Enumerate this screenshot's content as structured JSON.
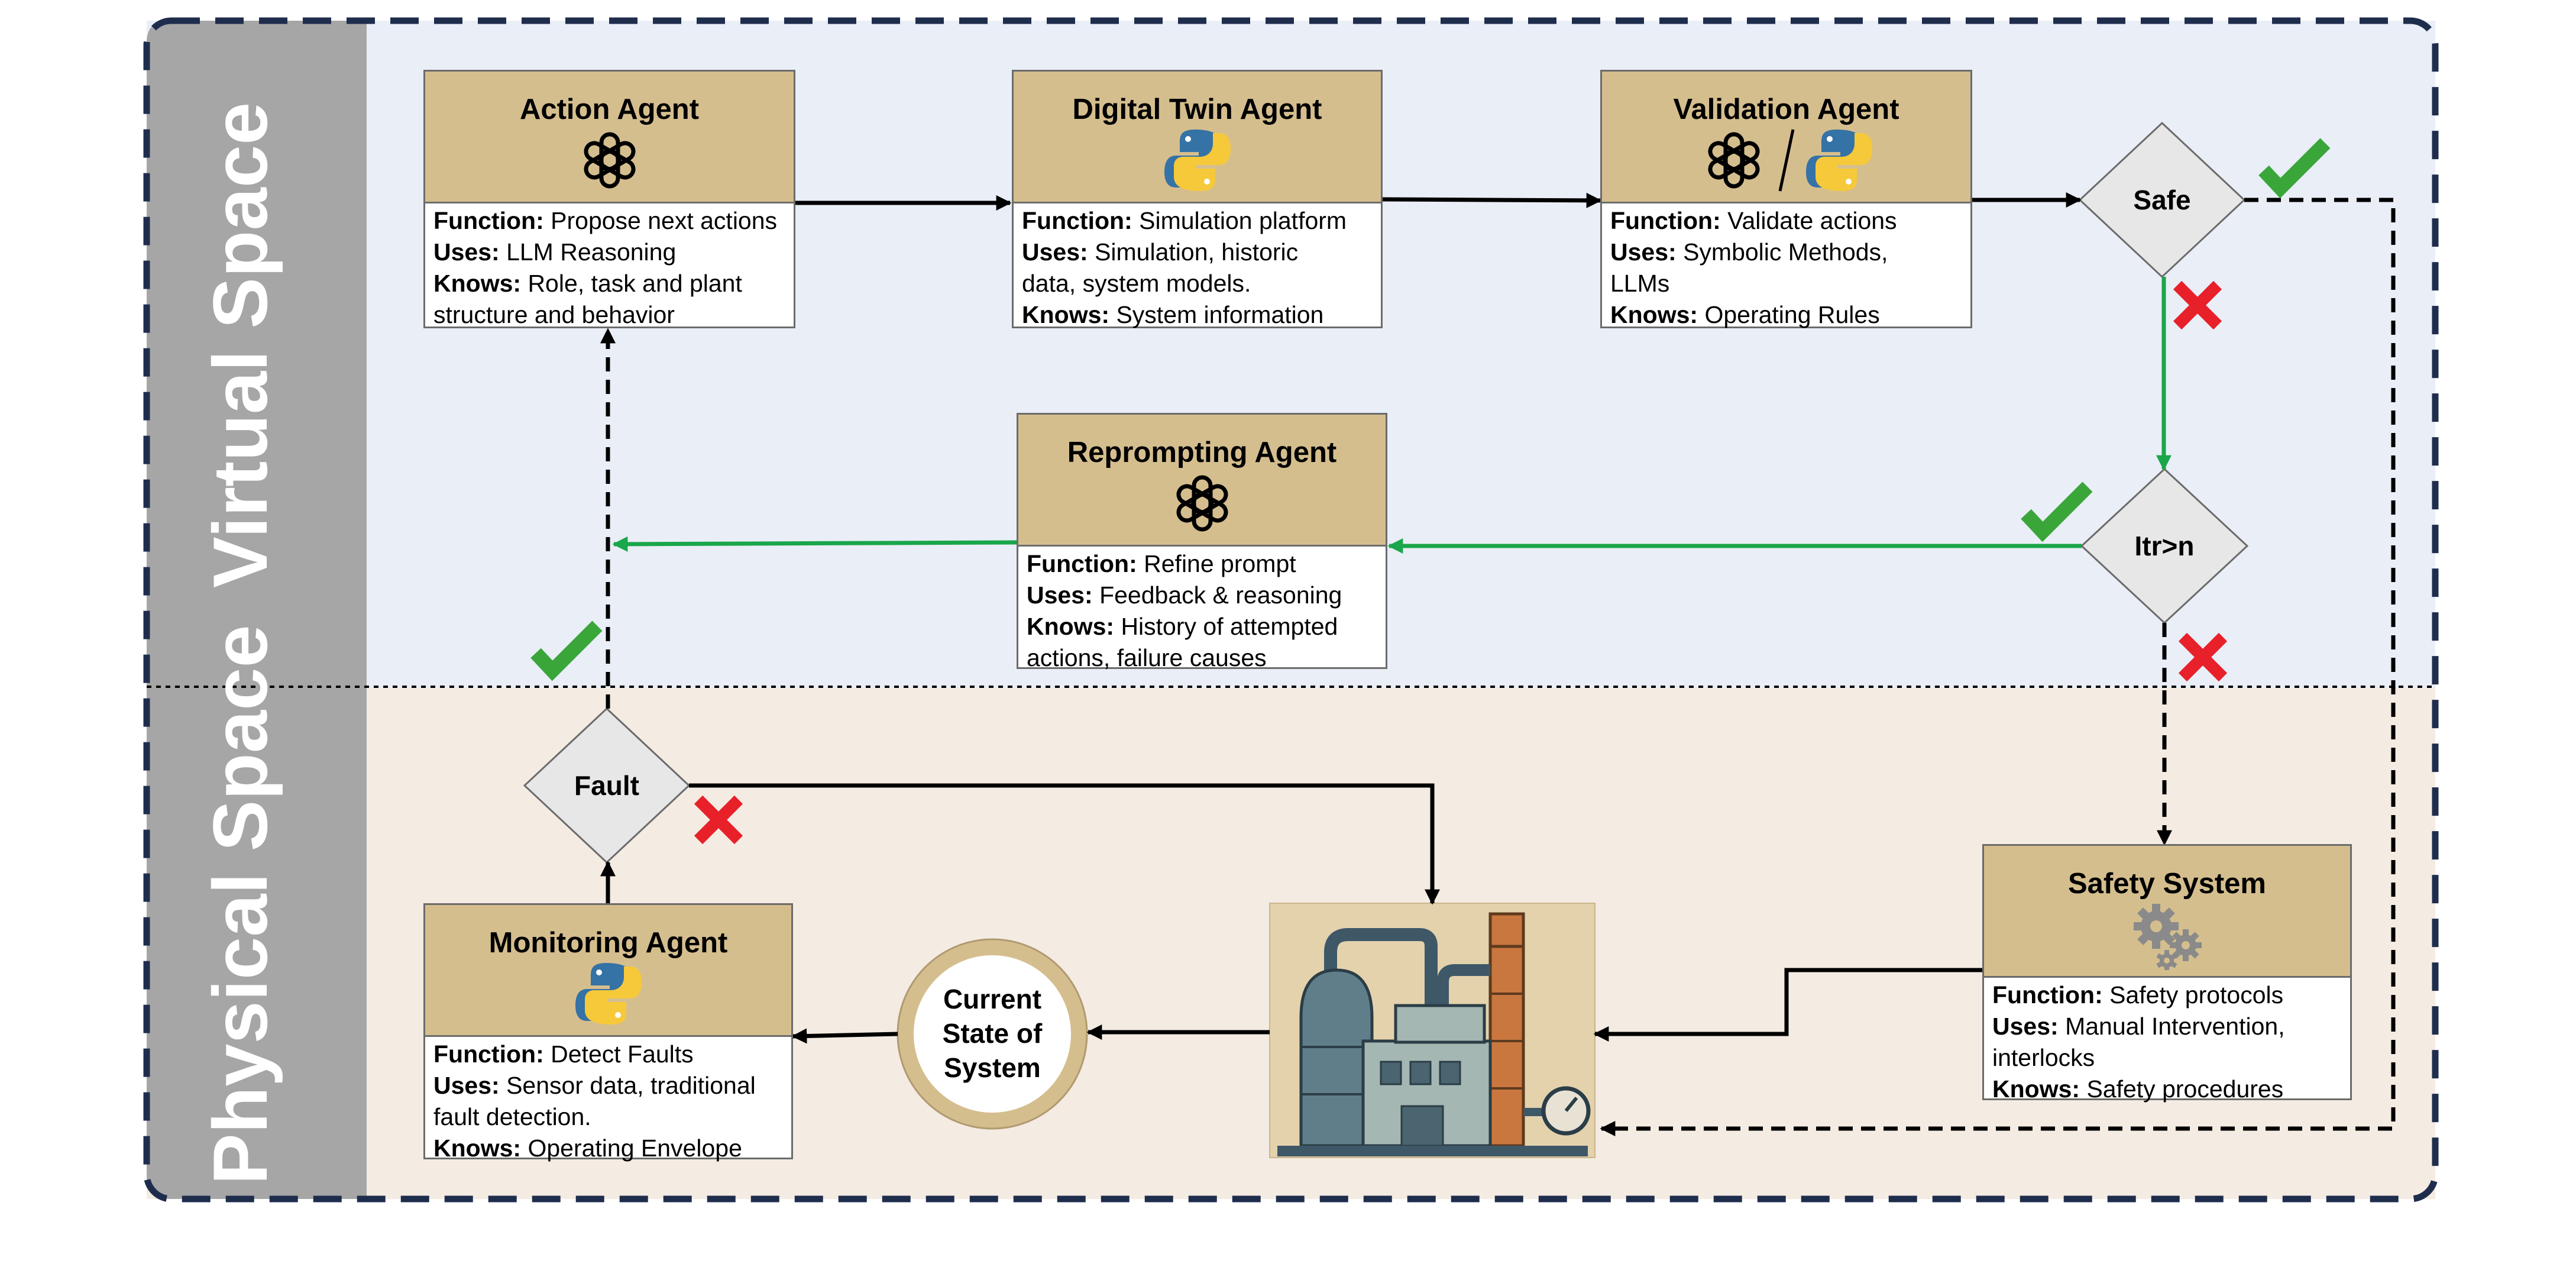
{
  "regions": {
    "virtual_label": "Virtual Space",
    "physical_label": "Physical Space"
  },
  "agents": {
    "action": {
      "title": "Action Agent",
      "function_key": "Function:",
      "function_val": "Propose next actions",
      "uses_key": "Uses:",
      "uses_val": "LLM Reasoning",
      "knows_key": "Knows:",
      "knows_val": "Role, task and plant",
      "knows_val2": "structure and behavior",
      "icons": [
        "openai-icon"
      ]
    },
    "digital_twin": {
      "title": "Digital Twin Agent",
      "function_key": "Function:",
      "function_val": "Simulation platform",
      "uses_key": "Uses:",
      "uses_val": "Simulation, historic",
      "uses_val2": "data, system models.",
      "knows_key": "Knows:",
      "knows_val": "System information",
      "icons": [
        "python-icon"
      ]
    },
    "validation": {
      "title": "Validation Agent",
      "function_key": "Function:",
      "function_val": "Validate actions",
      "uses_key": "Uses:",
      "uses_val": "Symbolic Methods,",
      "uses_val2": "LLMs",
      "knows_key": "Knows:",
      "knows_val": "Operating Rules",
      "icons": [
        "openai-icon",
        "python-icon"
      ]
    },
    "reprompting": {
      "title": "Reprompting Agent",
      "function_key": "Function:",
      "function_val": "Refine prompt",
      "uses_key": "Uses:",
      "uses_val": "Feedback & reasoning",
      "knows_key": "Knows:",
      "knows_val": "History of attempted",
      "knows_val2": "actions, failure causes",
      "icons": [
        "openai-icon"
      ]
    },
    "monitoring": {
      "title": "Monitoring Agent",
      "function_key": "Function:",
      "function_val": "Detect Faults",
      "uses_key": "Uses:",
      "uses_val": "Sensor data, traditional",
      "uses_val2": "fault detection.",
      "knows_key": "Knows:",
      "knows_val": "Operating Envelope",
      "icons": [
        "python-icon"
      ]
    },
    "safety": {
      "title": "Safety System",
      "function_key": "Function:",
      "function_val": "Safety protocols",
      "uses_key": "Uses:",
      "uses_val": "Manual Intervention,",
      "uses_val2": "interlocks",
      "knows_key": "Knows:",
      "knows_val": "Safety procedures",
      "icons": [
        "gears-icon"
      ]
    }
  },
  "decisions": {
    "safe": "Safe",
    "iteration": "Itr>n",
    "fault": "Fault"
  },
  "current_state": {
    "line1": "Current",
    "line2": "State of",
    "line3": "System"
  },
  "colors": {
    "virtual_bg": "#e9eef7",
    "physical_bg": "#f4ebe2",
    "band_gray": "#a6a6a6",
    "header_tan": "#d5be8e",
    "frame_navy": "#1f2d4d",
    "arrow_green": "#1aa64a",
    "check_green": "#3aa63a",
    "cross_red": "#e8202a"
  }
}
